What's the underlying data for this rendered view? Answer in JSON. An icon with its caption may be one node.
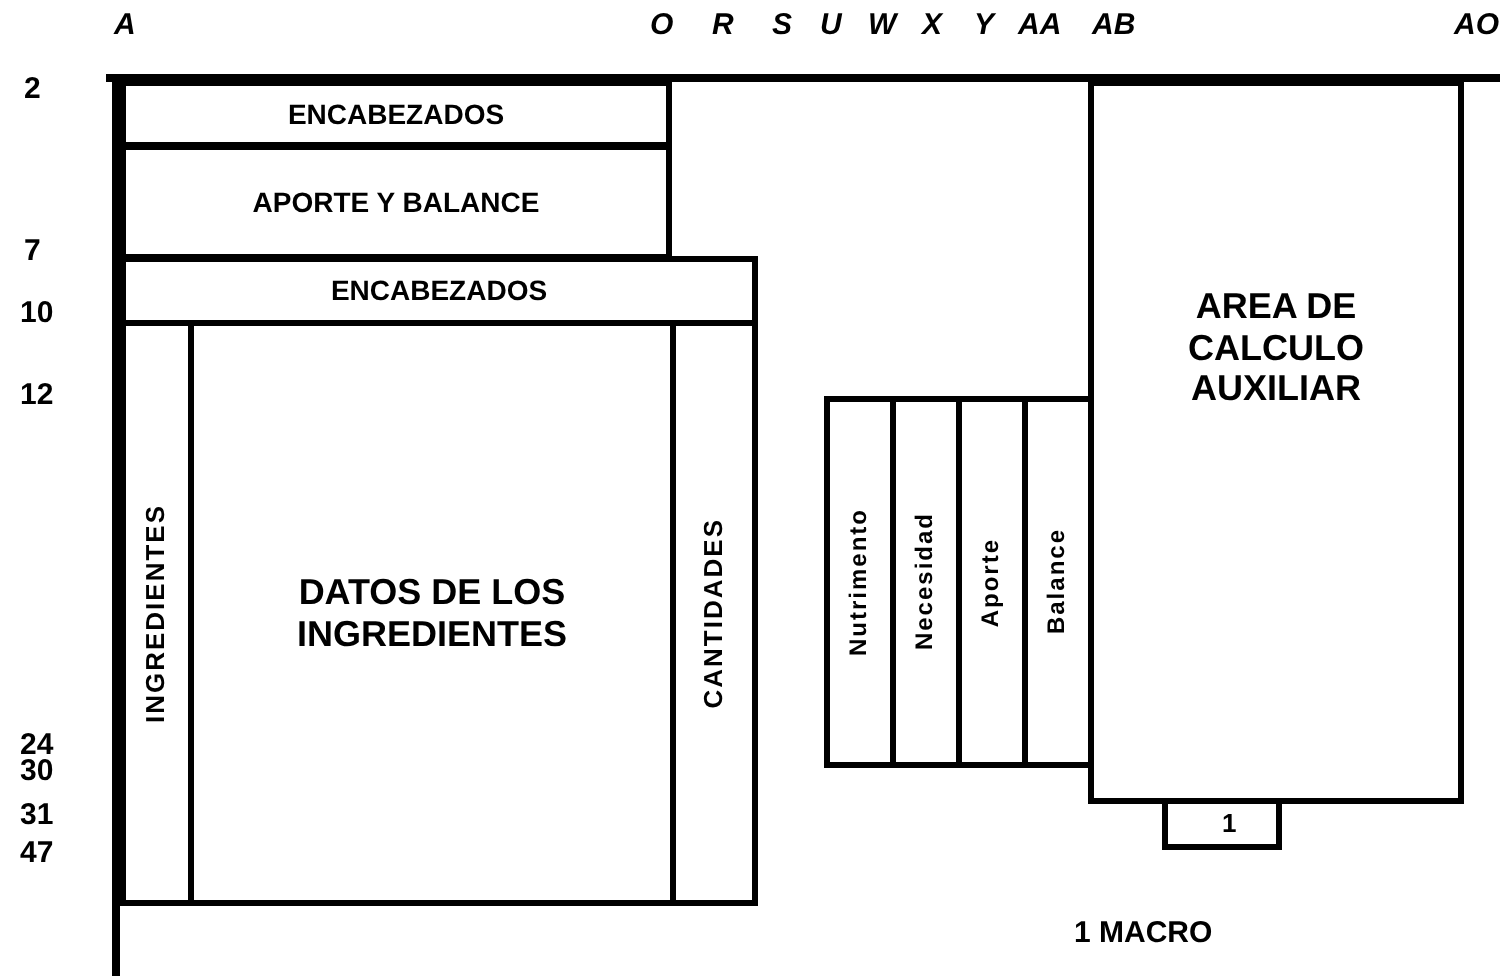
{
  "diagram": {
    "nodes": [
      {
        "text": [
          "ENCABEZADOS"
        ]
      },
      {
        "text": [
          "APORTE Y BALANCE"
        ]
      },
      {
        "text": [
          "ENCABEZADOS"
        ]
      },
      {
        "text": [
          "INGREDIENTES"
        ]
      },
      {
        "text": [
          "DATOS DE LOS INGREDIENTES"
        ]
      },
      {
        "text": [
          "CANTIDADES"
        ]
      },
      {
        "text": [
          "Nutrimento"
        ]
      },
      {
        "text": [
          "Necesidad"
        ]
      },
      {
        "text": [
          "Aporte"
        ]
      },
      {
        "text": [
          "Balance"
        ]
      },
      {
        "text": [
          "AREA DE CALCULO AUXILIAR"
        ]
      },
      {
        "text": [
          "1"
        ]
      }
    ],
    "labels": [
      "A",
      "O",
      "R",
      "S",
      "U",
      "W",
      "X",
      "Y",
      "AA",
      "AB",
      "AO",
      "2",
      "7",
      "10",
      "12",
      "24",
      "30",
      "31",
      "47",
      "1 MACRO"
    ]
  }
}
